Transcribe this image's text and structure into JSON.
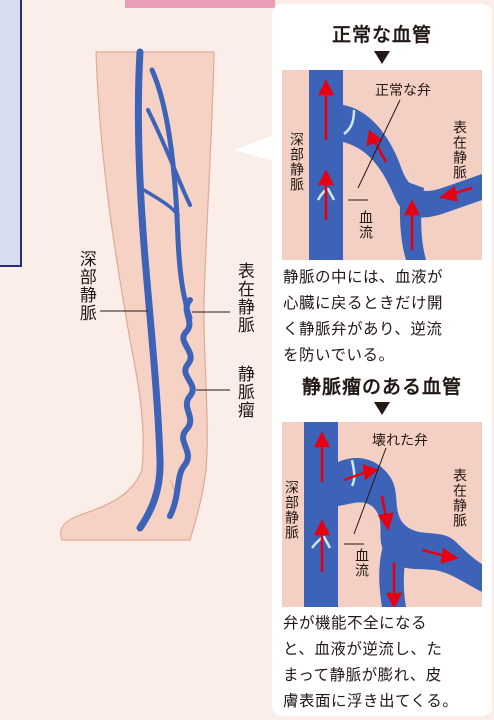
{
  "leg": {
    "deep_vein_label": "深部静脈",
    "superficial_vein_label": "表在静脈",
    "varix_label": "静脈瘤"
  },
  "normal": {
    "title": "正常な血管",
    "deep_vein_label": "深部静脈",
    "valve_label": "正常な弁",
    "superficial_vein_label": "表在静脈",
    "flow_label": "血流",
    "description": [
      "静脈の中には、血液が",
      "心臓に戻るときだけ開",
      "く静脈弁があり、逆流",
      "を防いでいる。"
    ]
  },
  "varicose": {
    "title": "静脈瘤のある血管",
    "deep_vein_label": "深部静脈",
    "valve_label": "壊れた弁",
    "superficial_vein_label": "表在静脈",
    "flow_label": "血流",
    "description": [
      "弁が機能不全になる",
      "と、血液が逆流し、た",
      "まって静脈が膨れ、皮",
      "膚表面に浮き出てくる。"
    ]
  },
  "colors": {
    "vein_blue": "#3c63b8",
    "skin": "#f6d2c4",
    "flow_red": "#e60012"
  }
}
